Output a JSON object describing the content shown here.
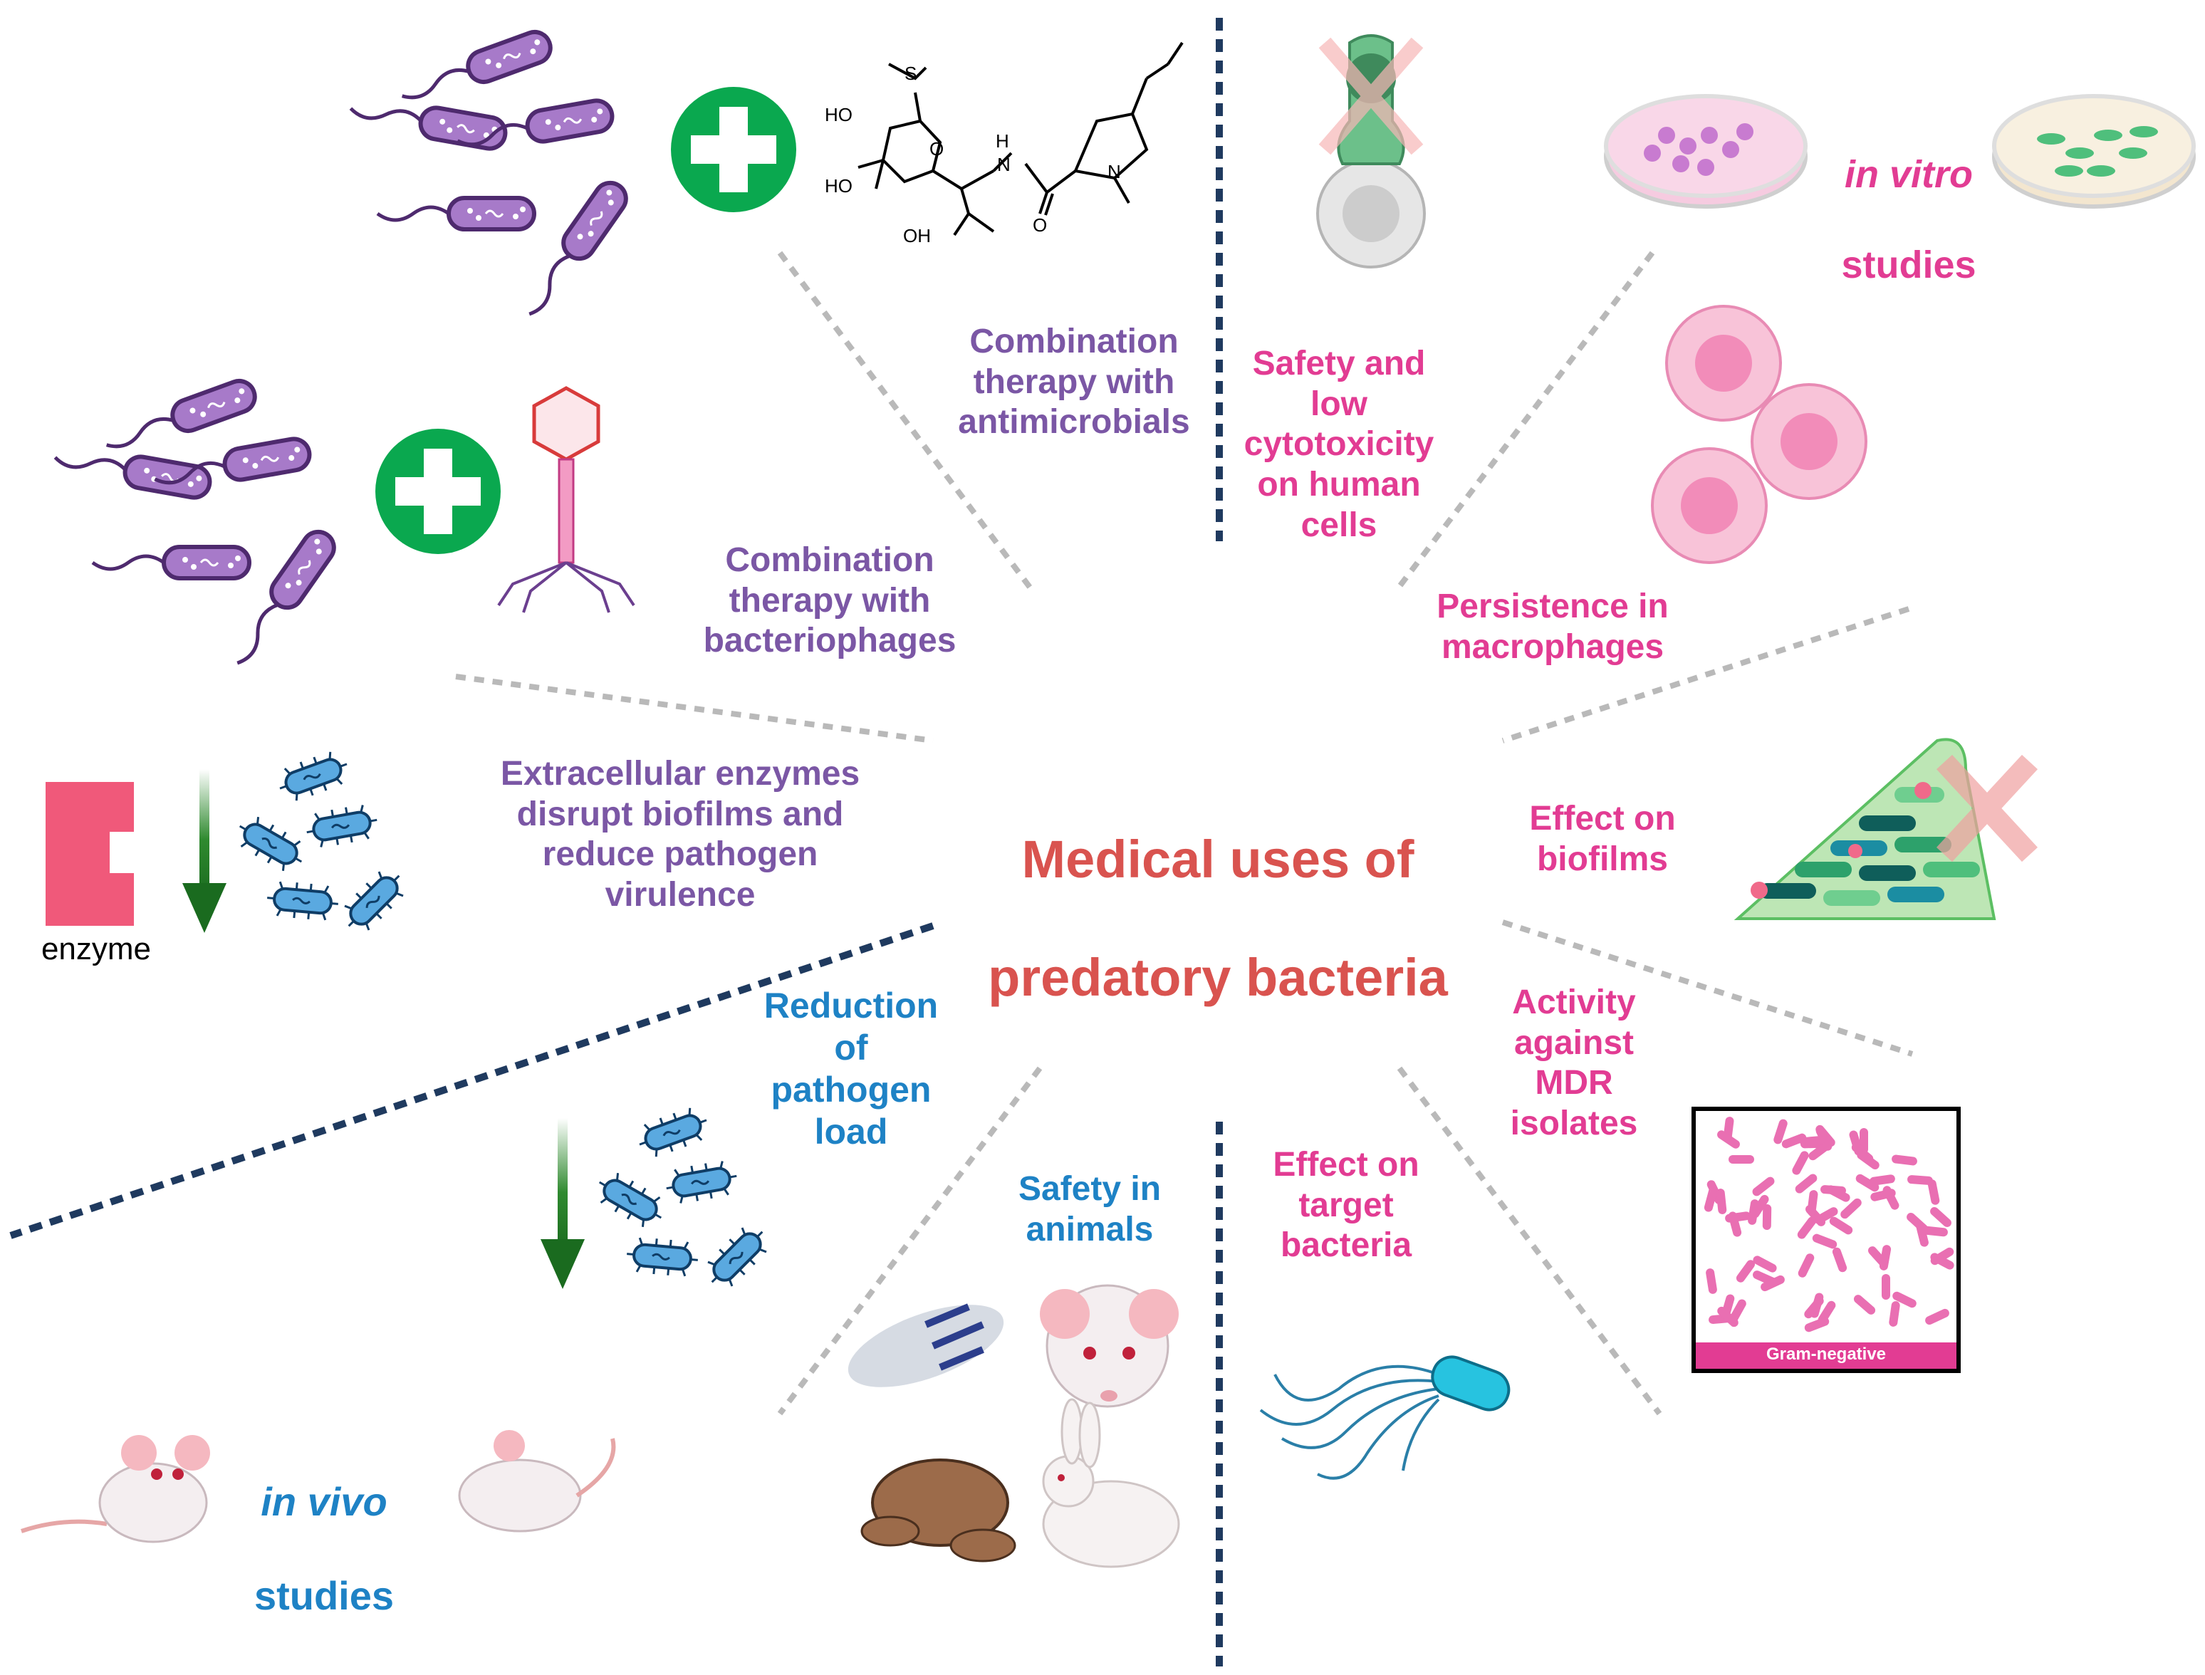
{
  "title": {
    "line1": "Medical uses of",
    "line2": "predatory bacteria"
  },
  "labels": {
    "antimicrobials": "Combination\ntherapy with\nantimicrobials",
    "bacteriophages": "Combination\ntherapy with\nbacteriophages",
    "enzymes": "Extracellular enzymes\ndisrupt biofilms and\nreduce pathogen\nvirulence",
    "pathogen_load": "Reduction\nof\npathogen\nload",
    "safety_animals": "Safety in\nanimals",
    "target_bacteria": "Effect on\ntarget\nbacteria",
    "mdr": "Activity\nagainst\nMDR\nisolates",
    "biofilms": "Effect on\nbiofilms",
    "macrophages": "Persistence in\nmacrophages",
    "safety_cells": "Safety and\nlow\ncytotoxicity\non human\ncells",
    "in_vitro_1": "in vitro",
    "in_vitro_2": "studies",
    "in_vivo_1": "in vivo",
    "in_vivo_2": "studies",
    "enzyme_caption": "enzyme",
    "gram_caption": "Gram-negative"
  },
  "molecule_atoms": {
    "s": "S",
    "ho1": "HO",
    "ho2": "HO",
    "oh": "OH",
    "o_ring": "O",
    "nh_h": "H",
    "nh_n": "N",
    "co_o": "O",
    "n_pyr": "N"
  },
  "colors": {
    "purple": "#7b57a5",
    "pink": "#e23c93",
    "blue": "#1e82c5",
    "title": "#d9534f",
    "green": "#0aa84f",
    "dark_green": "#1a6b1f",
    "navy": "#1f3a5f",
    "gray_dash": "#b9b9b9"
  },
  "icons": [
    "purple-bacteria-icon",
    "green-plus-icon",
    "antibiotic-molecule-icon",
    "bacteriophage-icon",
    "enzyme-icon",
    "down-arrow-icon",
    "blue-bacteria-icon",
    "petri-dish-icon",
    "macrophage-icon",
    "cytotoxicity-cell-icon",
    "biofilm-icon",
    "gram-negative-slide-icon",
    "flagellated-bacterium-icon",
    "mouse-icon",
    "rat-icon",
    "zebrafish-icon",
    "frog-icon",
    "rabbit-icon"
  ]
}
